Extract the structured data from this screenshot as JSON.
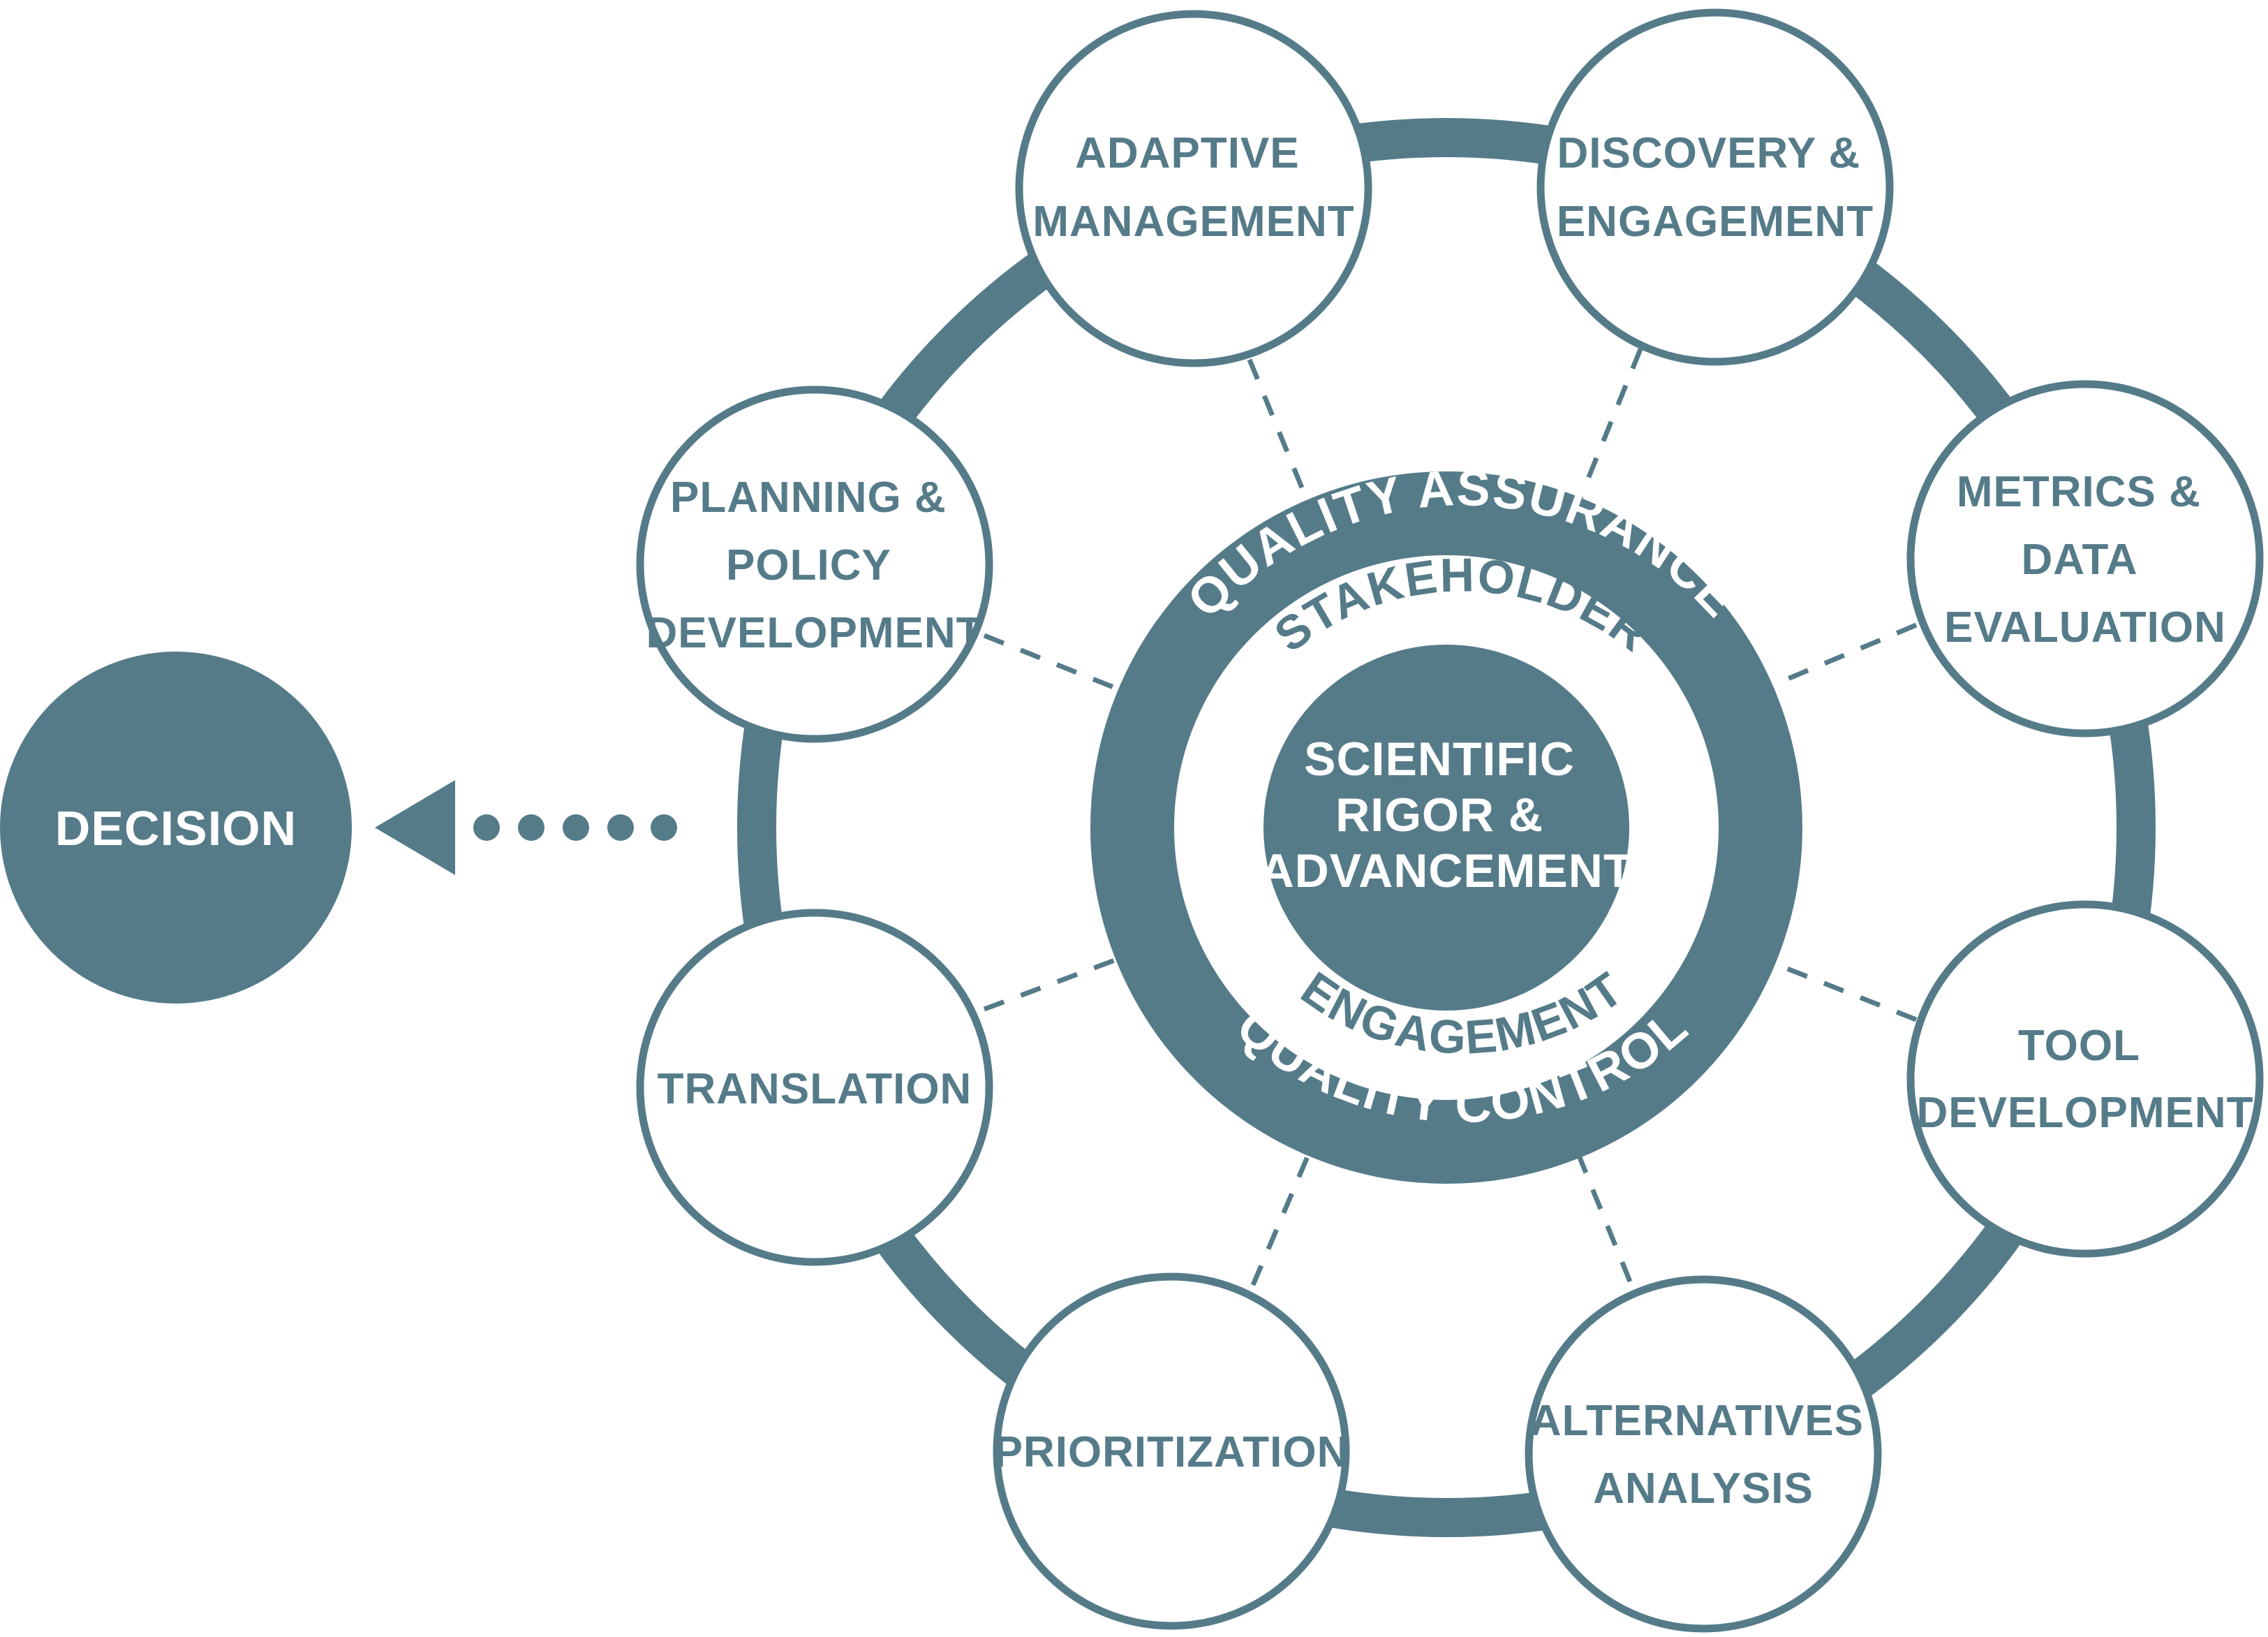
{
  "colors": {
    "primary": "#557b89",
    "background": "#ffffff"
  },
  "decision": {
    "label": "DECISION"
  },
  "core": {
    "lines": [
      "SCIENTIFIC",
      "RIGOR &",
      "ADVANCEMENT"
    ],
    "outer_ring_top": "QUALITY ASSURANCE",
    "outer_ring_bottom": "QUALITY CONTROL",
    "inner_ring_top": "STAKEHOLDER",
    "inner_ring_bottom": "ENGAGEMENT"
  },
  "nodes": [
    {
      "id": "adaptive-management",
      "lines": [
        "ADAPTIVE",
        "MANAGEMENT"
      ]
    },
    {
      "id": "discovery-engagement",
      "lines": [
        "DISCOVERY &",
        "ENGAGEMENT"
      ]
    },
    {
      "id": "metrics-data-evaluation",
      "lines": [
        "METRICS &",
        "DATA",
        "EVALUATION"
      ]
    },
    {
      "id": "tool-development",
      "lines": [
        "TOOL",
        "DEVELOPMENT"
      ]
    },
    {
      "id": "alternatives-analysis",
      "lines": [
        "ALTERNATIVES",
        "ANALYSIS"
      ]
    },
    {
      "id": "prioritization",
      "lines": [
        "PRIORITIZATION"
      ]
    },
    {
      "id": "translation",
      "lines": [
        "TRANSLATION"
      ]
    },
    {
      "id": "planning-policy-development",
      "lines": [
        "PLANNING &",
        "POLICY",
        "DEVELOPMENT"
      ]
    }
  ]
}
